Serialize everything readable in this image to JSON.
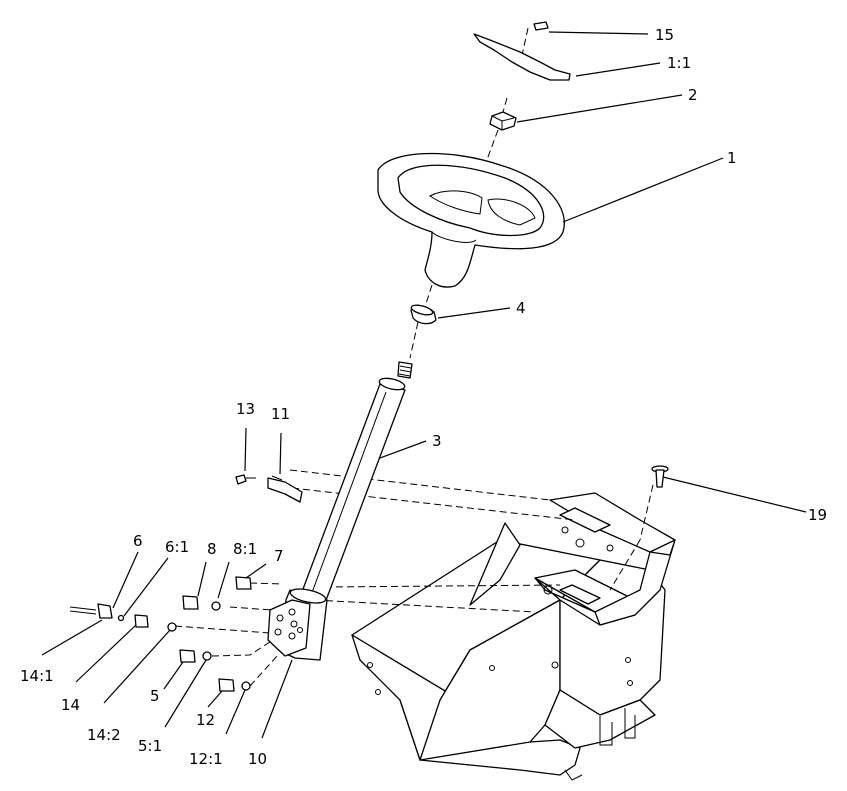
{
  "diagram": {
    "callouts": [
      {
        "id": "15",
        "label": "15"
      },
      {
        "id": "1-1",
        "label": "1:1"
      },
      {
        "id": "2",
        "label": "2"
      },
      {
        "id": "1",
        "label": "1"
      },
      {
        "id": "4",
        "label": "4"
      },
      {
        "id": "3",
        "label": "3"
      },
      {
        "id": "13",
        "label": "13"
      },
      {
        "id": "11",
        "label": "11"
      },
      {
        "id": "19",
        "label": "19"
      },
      {
        "id": "6",
        "label": "6"
      },
      {
        "id": "6-1",
        "label": "6:1"
      },
      {
        "id": "8",
        "label": "8"
      },
      {
        "id": "8-1",
        "label": "8:1"
      },
      {
        "id": "7",
        "label": "7"
      },
      {
        "id": "14-1",
        "label": "14:1"
      },
      {
        "id": "14",
        "label": "14"
      },
      {
        "id": "14-2",
        "label": "14:2"
      },
      {
        "id": "5",
        "label": "5"
      },
      {
        "id": "5-1",
        "label": "5:1"
      },
      {
        "id": "12",
        "label": "12"
      },
      {
        "id": "12-1",
        "label": "12:1"
      },
      {
        "id": "10",
        "label": "10"
      }
    ]
  }
}
